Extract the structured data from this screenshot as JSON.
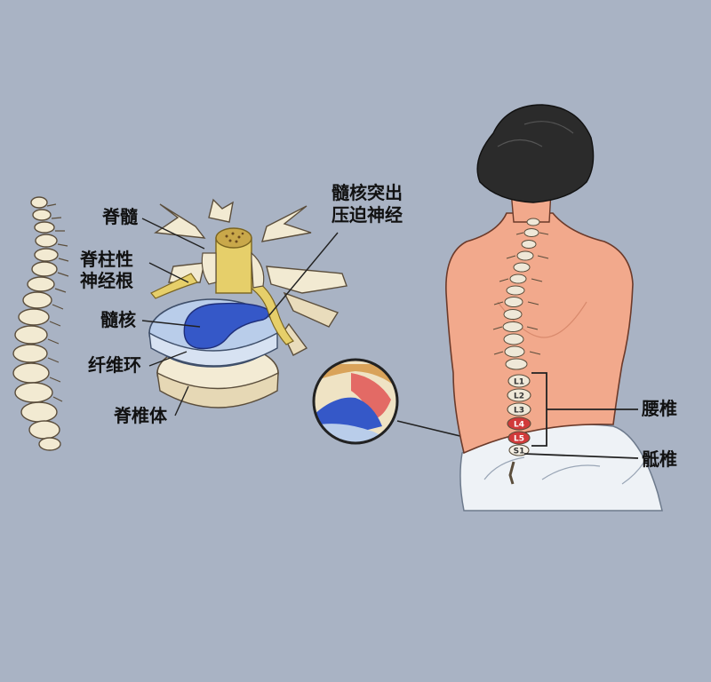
{
  "labels": {
    "spinal_cord": "脊髓",
    "nerve_root_line1": "脊柱性",
    "nerve_root_line2": "神经根",
    "nucleus": "髓核",
    "annulus": "纤维环",
    "vertebral_body": "脊椎体",
    "herniation_line1": "髓核突出",
    "herniation_line2": "压迫神经",
    "lumbar": "腰椎",
    "sacral": "骶椎"
  },
  "vertebrae": [
    {
      "label": "L1",
      "color": "#efe8d8",
      "text_color": "#333333"
    },
    {
      "label": "L2",
      "color": "#efe8d8",
      "text_color": "#333333"
    },
    {
      "label": "L3",
      "color": "#efe8d8",
      "text_color": "#333333"
    },
    {
      "label": "L4",
      "color": "#d13a3a",
      "text_color": "#ffffff"
    },
    {
      "label": "L5",
      "color": "#d13a3a",
      "text_color": "#ffffff"
    },
    {
      "label": "S1",
      "color": "#f4efe4",
      "text_color": "#333333"
    }
  ],
  "colors": {
    "background": "#a9b3c4",
    "bone": "#f2ead2",
    "nucleus": "#3558c8",
    "annulus": "#b9cdea",
    "nerve": "#e6cf6a",
    "skin": "#f2a98c",
    "hair": "#2b2b2b",
    "highlight": "#d13a3a"
  }
}
